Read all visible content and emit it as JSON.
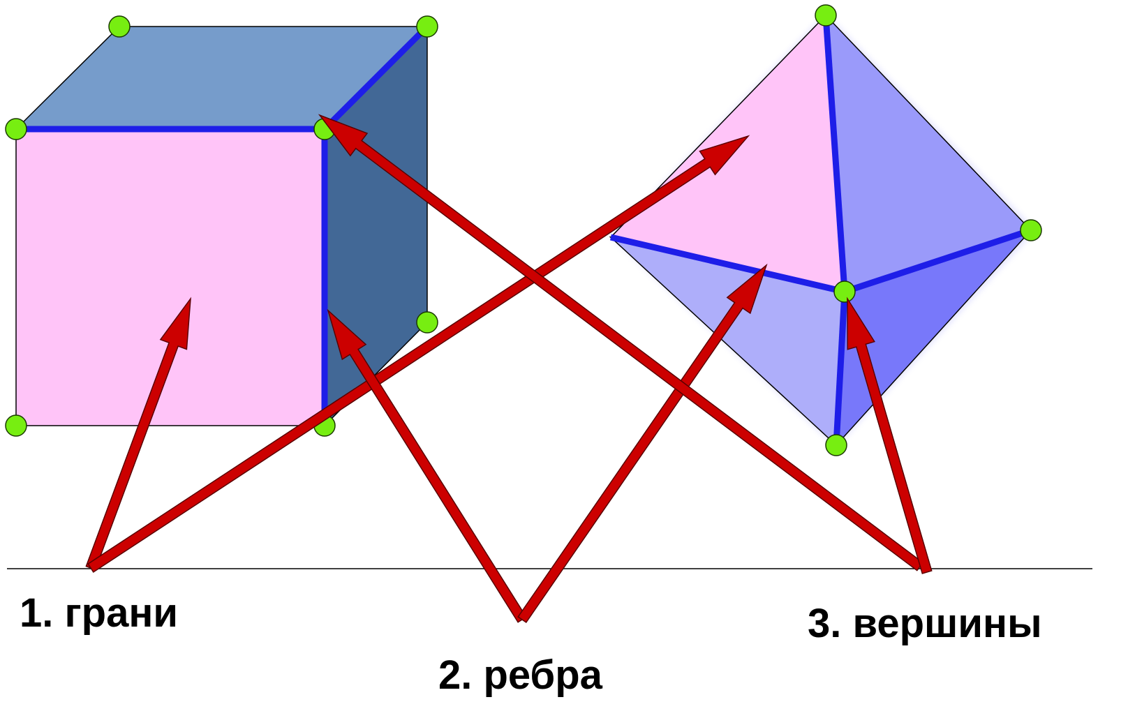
{
  "labels": {
    "faces": "1. грани",
    "edges": "2. ребра",
    "vertices": "3. вершины"
  },
  "colors": {
    "cube_front": "#FFC4F8",
    "cube_top": "#769CCB",
    "cube_side": "#426896",
    "oct_front": "#FFC4F8",
    "oct_right": "#9A9AFA",
    "oct_lower_left": "#AEAEFA",
    "oct_lower_right": "#7878FA",
    "edge_highlight": "#1E1EE8",
    "vertex_marker": "#77EE11",
    "arrow": "#CC0000"
  }
}
